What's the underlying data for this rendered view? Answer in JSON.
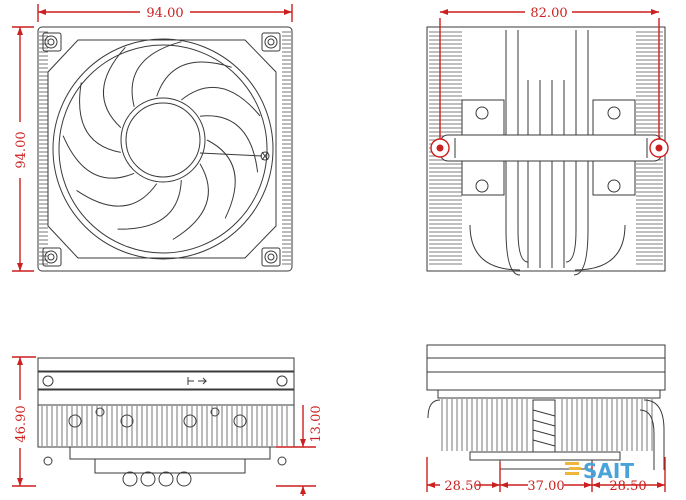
{
  "dimensions": {
    "top_left_width": "94.00",
    "top_left_height": "94.00",
    "top_right_hole_spacing": "82.00",
    "bottom_left_total_height": "46.90",
    "bottom_left_base_height": "13.00",
    "bottom_right_left": "28.50",
    "bottom_right_center": "37.00",
    "bottom_right_right": "28.50"
  },
  "logo": {
    "text": "SAIT"
  },
  "colors": {
    "dimension": "#cc1f1f",
    "line": "#3a3a3a",
    "logo_mark": "#f0b63c",
    "logo_text": "#4aa3d8"
  }
}
